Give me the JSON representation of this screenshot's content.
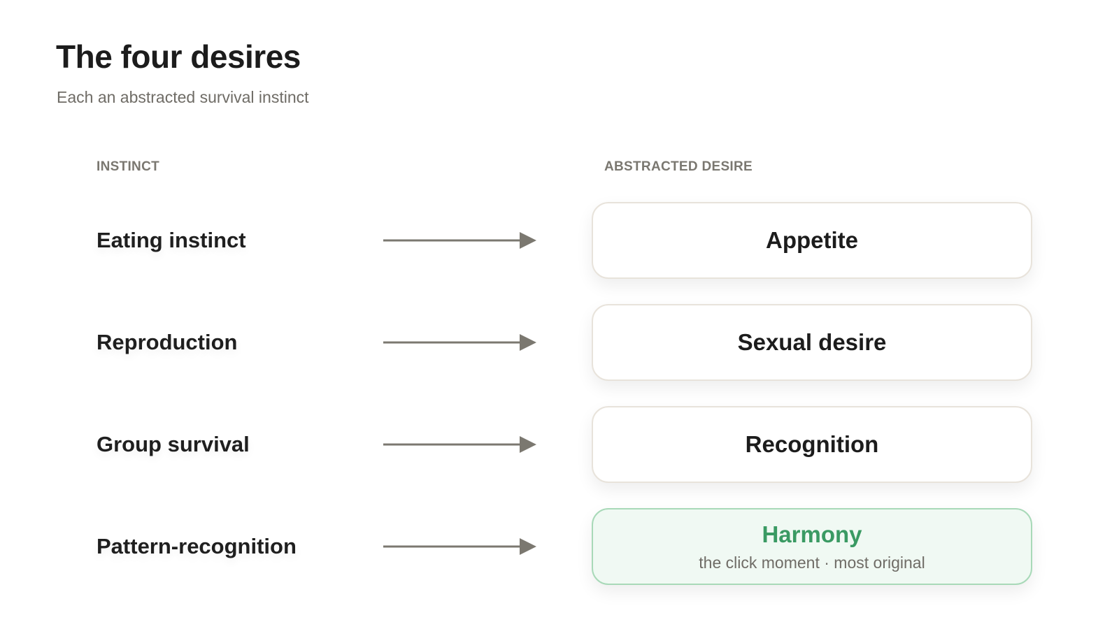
{
  "title": "The four desires",
  "subtitle": "Each an abstracted survival instinct",
  "columns": {
    "left": "INSTINCT",
    "right": "ABSTRACTED DESIRE"
  },
  "rows": [
    {
      "instinct": "Eating instinct",
      "desire": "Appetite",
      "note": ""
    },
    {
      "instinct": "Reproduction",
      "desire": "Sexual desire",
      "note": ""
    },
    {
      "instinct": "Group survival",
      "desire": "Recognition",
      "note": ""
    },
    {
      "instinct": "Pattern-recognition",
      "desire": "Harmony",
      "note": "the click moment · most original"
    }
  ],
  "colors": {
    "arrow": "#7b7870",
    "highlight_text": "#3a9a63",
    "highlight_bg": "#f0f9f3",
    "highlight_border": "#a8d9b8",
    "card_border": "#e8e3db"
  },
  "icons": {
    "arrow": "arrow-right-icon"
  }
}
